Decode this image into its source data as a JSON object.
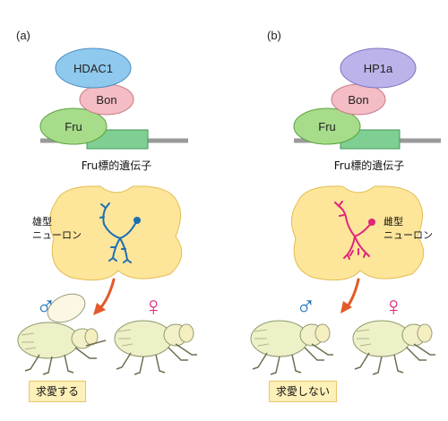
{
  "left": {
    "panel_label": "(a)",
    "proteins": {
      "top": "HDAC1",
      "middle": "Bon",
      "bottom": "Fru"
    },
    "gene_caption": "Fru標的遺伝子",
    "neuron_label": [
      "雄型",
      "ニューロン"
    ],
    "sex_symbols": {
      "male": "♂",
      "female": "♀"
    },
    "behavior": "求愛する",
    "colors": {
      "top_protein": "#8fc9ee",
      "neuron": "#1a6fb5",
      "arrow": "#e35a28"
    }
  },
  "right": {
    "panel_label": "(b)",
    "proteins": {
      "top": "HP1a",
      "middle": "Bon",
      "bottom": "Fru"
    },
    "gene_caption": "Fru標的遺伝子",
    "neuron_label": [
      "雌型",
      "ニューロン"
    ],
    "sex_symbols": {
      "male": "♂",
      "female": "♀"
    },
    "behavior": "求愛しない",
    "colors": {
      "top_protein": "#bcb3ea",
      "neuron": "#e0267a",
      "arrow": "#e35a28"
    }
  },
  "colors": {
    "male_symbol": "#1a6fb5",
    "female_symbol": "#e0267a",
    "fru": "#a7dc8a",
    "bon": "#f4bcc4",
    "gene": "#7fcf92",
    "dna": "#9a9a9a",
    "neuron_body": "#fde59a"
  }
}
